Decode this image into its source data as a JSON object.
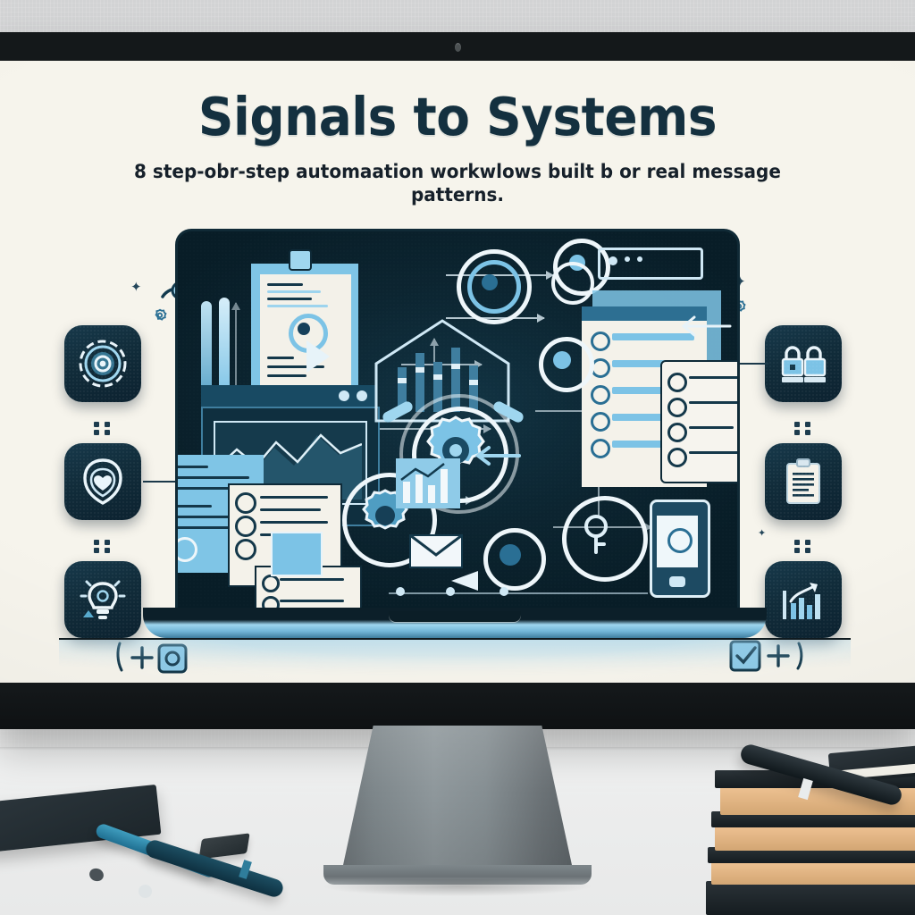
{
  "scene": {
    "type": "desktop-monitor-photo",
    "wall_color": "#d6d7d8",
    "desk_color": "#eceded",
    "monitor_bezel_color": "#14181a",
    "stand_color": "#7d868a"
  },
  "poster": {
    "title": "Signals to Systems",
    "subtitle": "8 step-obr-step automaation workwlows built b or real message patterns.",
    "background_color": "#f6f4ec",
    "ink_color": "#14303f",
    "accent_color": "#7cc3e6",
    "dark_panel_color": "#0c2531"
  },
  "left_icons": [
    {
      "name": "target-gear-icon",
      "label": "Target / configuration dial"
    },
    {
      "name": "shield-icon",
      "label": "Shield protection"
    },
    {
      "name": "lightbulb-icon",
      "label": "Idea lightbulb"
    }
  ],
  "right_icons": [
    {
      "name": "locks-icon",
      "label": "Two padlocks"
    },
    {
      "name": "clipboard-icon",
      "label": "Clipboard document"
    },
    {
      "name": "bar-chart-growth-icon",
      "label": "Bar chart with upward arrow"
    }
  ],
  "laptop": {
    "name": "laptop-illustration",
    "screen_label": "Automation workflow diagram",
    "base_highlight_color": "#9fd6ef"
  },
  "screen_elements": [
    {
      "name": "clipboard-card",
      "label": "Checklist clipboard"
    },
    {
      "name": "browser-window-card",
      "label": "Browser window with line chart"
    },
    {
      "name": "document-card",
      "label": "Text document"
    },
    {
      "name": "list-panel-card",
      "label": "Task list panel"
    },
    {
      "name": "overlay-card",
      "label": "Bulleted overlay card"
    },
    {
      "name": "central-gear-hub",
      "label": "Central gear hub"
    },
    {
      "name": "bar-chart-icon",
      "label": "Bar chart"
    },
    {
      "name": "envelope-icon",
      "label": "Email envelope"
    },
    {
      "name": "smartphone-icon",
      "label": "Mobile phone"
    },
    {
      "name": "wifi-icon",
      "label": "Wireless signal"
    },
    {
      "name": "pens-icon",
      "label": "Pair of pens"
    }
  ],
  "desk_objects": [
    {
      "name": "notebook-left",
      "label": "Dark notebook"
    },
    {
      "name": "pen-teal",
      "label": "Teal pen"
    },
    {
      "name": "pen-dark",
      "label": "Dark navy pen"
    },
    {
      "name": "eraser",
      "label": "Small black eraser"
    },
    {
      "name": "book-stack-right",
      "label": "Stack of books"
    },
    {
      "name": "pen-black-right",
      "label": "Black pen on books"
    },
    {
      "name": "notebook-small-right",
      "label": "Small notebook on stack"
    }
  ]
}
